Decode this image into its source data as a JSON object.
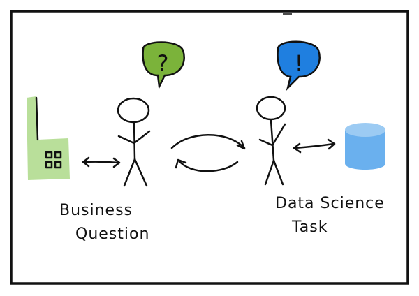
{
  "left_label": {
    "line1": "Business",
    "line2": "Question"
  },
  "right_label": {
    "line1": "Data Science",
    "line2": "Task"
  },
  "left_bubble": {
    "symbol": "?",
    "color": "#7bb33a"
  },
  "right_bubble": {
    "symbol": "!",
    "color": "#1f7fe0"
  },
  "colors": {
    "factory": "#b9df9a",
    "database": "#6ab0ee",
    "ink": "#111111"
  },
  "icons": [
    "factory-icon",
    "stick-figure-icon",
    "speech-bubble-icon",
    "exchange-arrows-icon",
    "database-icon"
  ]
}
